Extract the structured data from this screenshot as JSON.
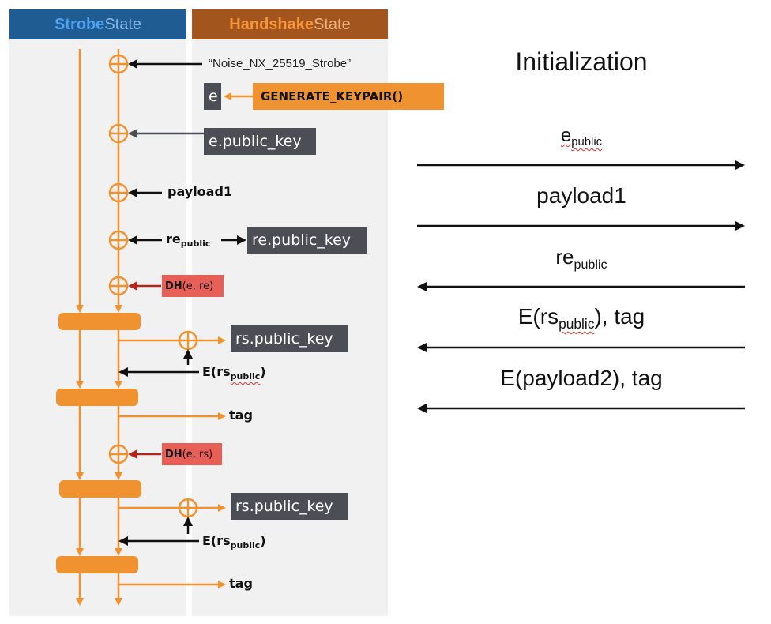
{
  "headers": {
    "strobe_bold": "Strobe",
    "strobe_rest": "State",
    "handshake_bold": "Handshake",
    "handshake_rest": "State"
  },
  "left": {
    "protocol_name": "“Noise_NX_25519_Strobe”",
    "e_box": "e",
    "generate_keypair": "GENERATE_KEYPAIR()",
    "e_public_key": "e.public_key",
    "payload1": "payload1",
    "re_label_main": "re",
    "re_label_sub": "public",
    "re_public_key": "re.public_key",
    "dh1_bold": "DH",
    "dh1_rest": "(e, re)",
    "rs_public_key_1": "rs.public_key",
    "ers1_main": "E(rs",
    "ers1_sub": "public",
    "ers1_end": ")",
    "tag1": "tag",
    "dh2_bold": "DH",
    "dh2_rest": "(e, rs)",
    "rs_public_key_2": "rs.public_key",
    "ers2_main": "E(rs",
    "ers2_sub": "public",
    "ers2_end": ")",
    "tag2": "tag"
  },
  "right": {
    "title": "Initialization",
    "messages": [
      {
        "main": "e",
        "sub": "public",
        "rest": "",
        "direction": "right"
      },
      {
        "main": "payload1",
        "sub": "",
        "rest": "",
        "direction": "right"
      },
      {
        "main": "re",
        "sub": "public",
        "rest": "",
        "direction": "left"
      },
      {
        "main": "E(rs",
        "sub": "public",
        "rest": "), tag",
        "direction": "left"
      },
      {
        "main": "E(payload2), tag",
        "sub": "",
        "rest": "",
        "direction": "left"
      }
    ]
  },
  "colors": {
    "orange": "#f0922f",
    "dark_box": "#4b4f55",
    "dh_red": "#e85f58",
    "dark_red_arrow": "#b3261e",
    "strobe_header": "#1f5c92",
    "handshake_header": "#a2561e"
  }
}
